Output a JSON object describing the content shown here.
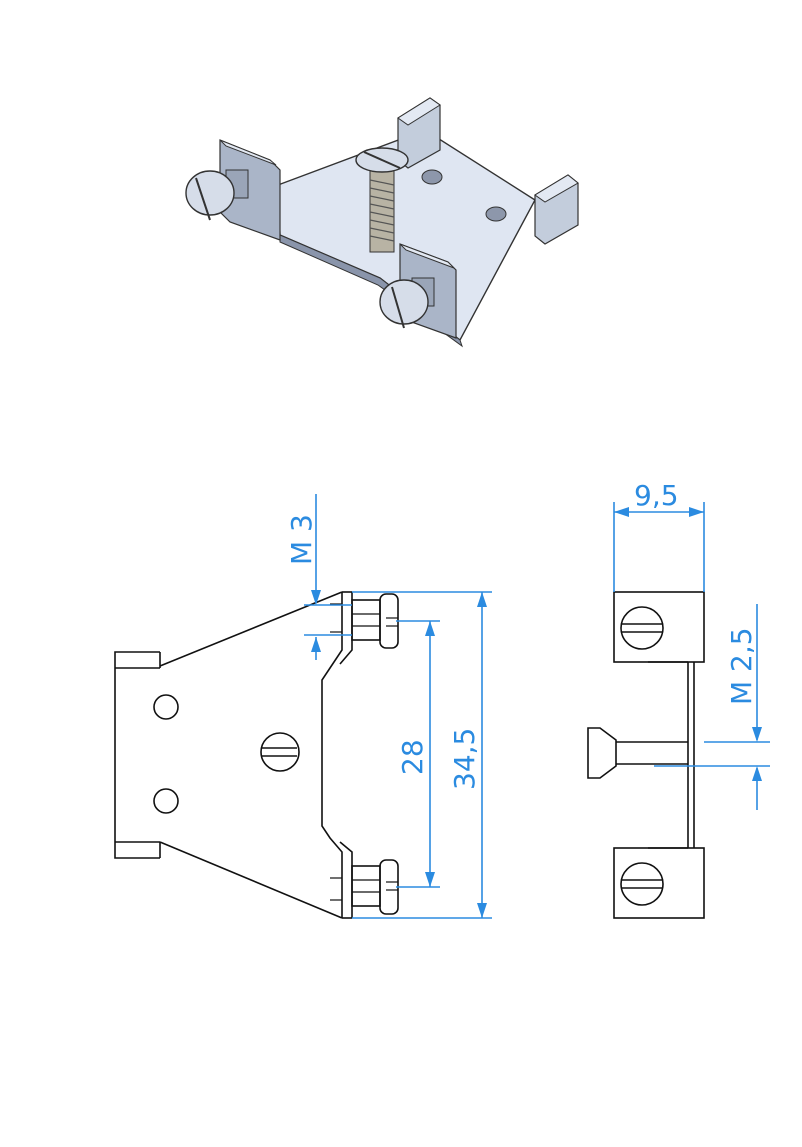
{
  "dimensions": {
    "front_thread": "M 3",
    "front_pitch": "28",
    "front_height": "34,5",
    "side_width": "9,5",
    "side_thread": "M 2,5"
  },
  "colors": {
    "dimension": "#2b8be0",
    "outline": "#111111",
    "part_light": "#dfe6f2",
    "part_mid": "#b9c4d6",
    "part_dark": "#7e8aa0"
  }
}
